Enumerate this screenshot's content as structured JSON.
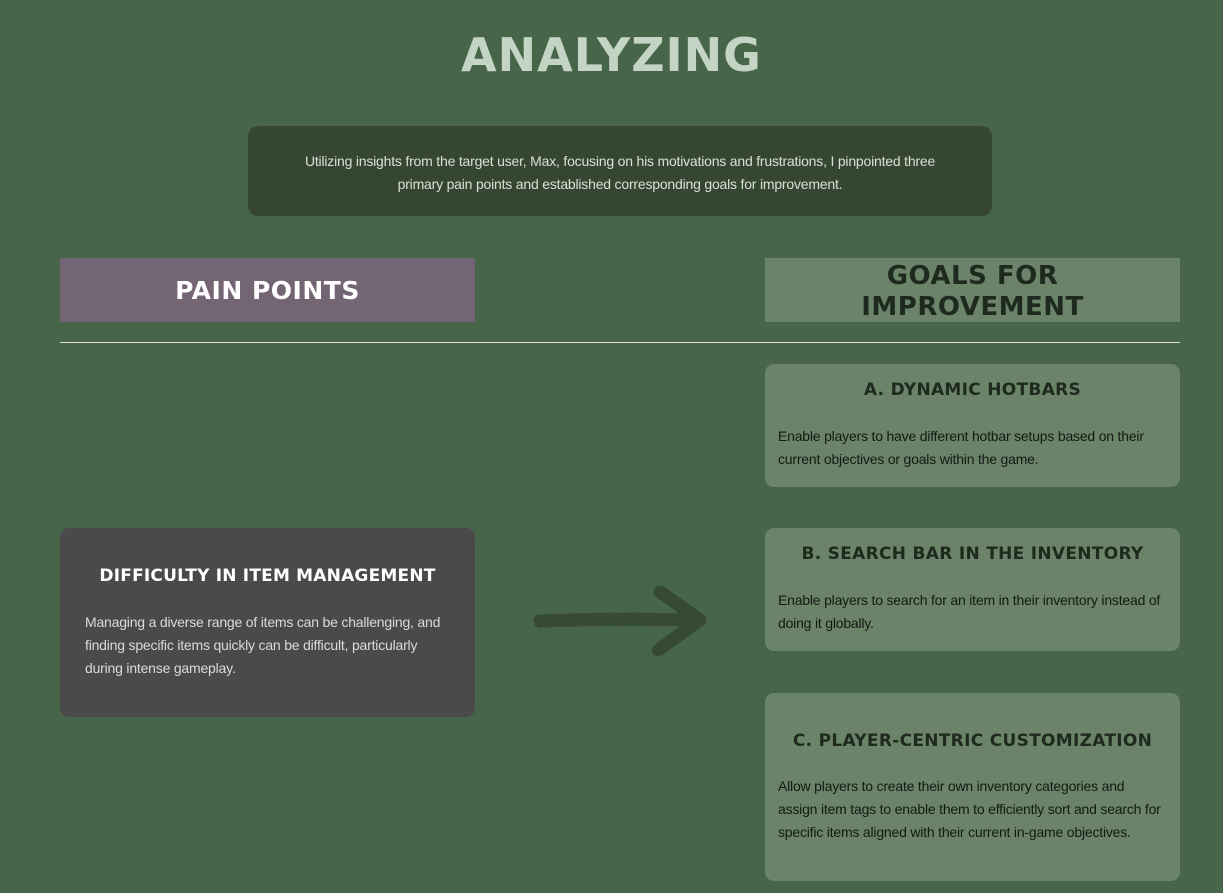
{
  "page": {
    "title": "ANALYZING",
    "intro": "Utilizing insights from the target user, Max, focusing on his motivations and frustrations, I pinpointed three primary pain points and established corresponding goals for improvement."
  },
  "pain_points": {
    "header": "PAIN POINTS",
    "items": [
      {
        "title": "DIFFICULTY IN ITEM MANAGEMENT",
        "body": "Managing a diverse range of items can be challenging, and finding specific items quickly can be difficult, particularly during intense gameplay."
      }
    ]
  },
  "goals": {
    "header": "GOALS FOR IMPROVEMENT",
    "items": [
      {
        "title": "A. DYNAMIC HOTBARS",
        "body": "Enable players to have different hotbar setups based on their current objectives or goals within the game."
      },
      {
        "title": "B. SEARCH BAR IN THE INVENTORY",
        "body": "Enable players to search for an item in their inventory instead of doing it globally."
      },
      {
        "title": "C. PLAYER-CENTRIC CUSTOMIZATION",
        "body": "Allow players to create their own inventory categories and assign item tags to enable them to efficiently sort and search for specific items aligned with their current in-game objectives."
      }
    ]
  },
  "decor": {
    "arrow_icon": "right-arrow-icon",
    "colors": {
      "background": "#476548",
      "intro_box": "#354733",
      "pain_header": "#746574",
      "pain_card": "#4a4a4c",
      "goal_box": "#6b8369",
      "title_text": "#c5d5c5"
    }
  }
}
